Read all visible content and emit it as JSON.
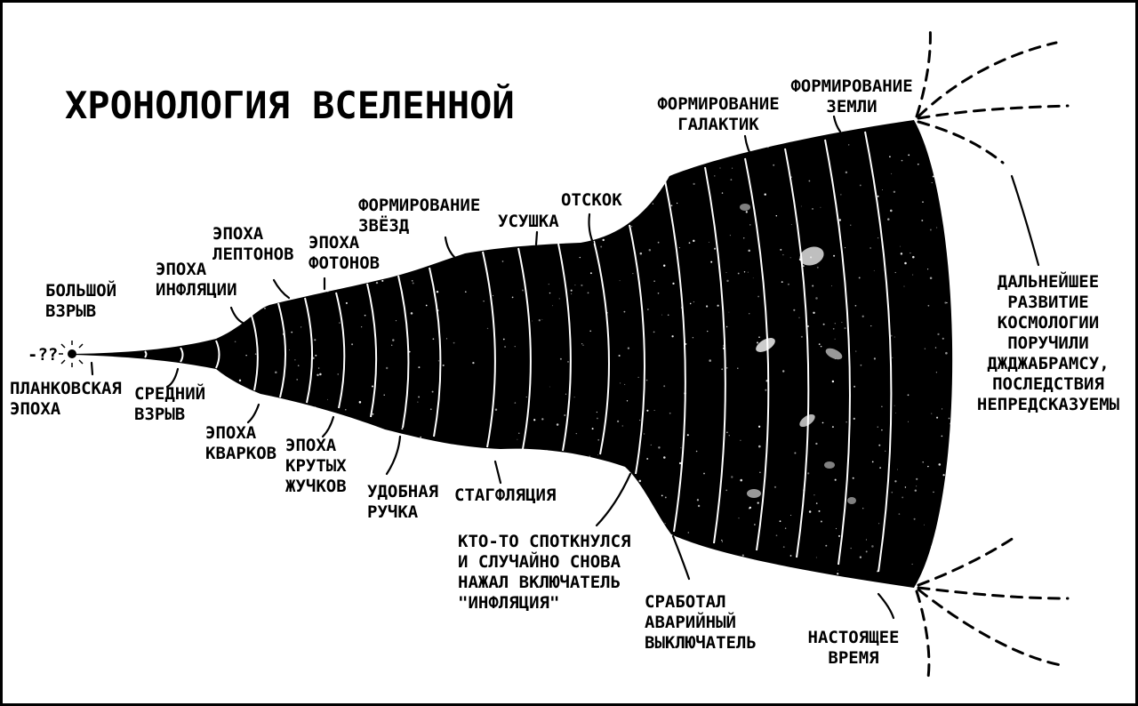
{
  "title": "ХРОНОЛОГИЯ ВСЕЛЕННОЙ",
  "question_marks": "-??",
  "labels": {
    "big_bang": [
      "БОЛЬШОЙ",
      "ВЗРЫВ"
    ],
    "planck_epoch": [
      "ПЛАНКОВСКАЯ",
      "ЭПОХА"
    ],
    "medium_bang": [
      "СРЕДНИЙ",
      "ВЗРЫВ"
    ],
    "inflation_epoch": [
      "ЭПОХА",
      "ИНФЛЯЦИИ"
    ],
    "lepton_epoch": [
      "ЭПОХА",
      "ЛЕПТОНОВ"
    ],
    "quark_epoch": [
      "ЭПОХА",
      "КВАРКОВ"
    ],
    "photon_epoch": [
      "ЭПОХА",
      "ФОТОНОВ"
    ],
    "cool_bugs_epoch": [
      "ЭПОХА",
      "КРУТЫХ",
      "ЖУЧКОВ"
    ],
    "handle": [
      "УДОБНАЯ",
      "РУЧКА"
    ],
    "star_formation": [
      "ФОРМИРОВАНИЕ",
      "ЗВЁЗД"
    ],
    "stagflation": [
      "СТАГФЛЯЦИЯ"
    ],
    "shrinkage": [
      "УСУШКА"
    ],
    "bounce": [
      "ОТСКОК"
    ],
    "tripped": [
      "КТО-ТО СПОТКНУЛСЯ",
      "И СЛУЧАЙНО СНОВА",
      "НАЖАЛ ВКЛЮЧАТЕЛЬ",
      "\"ИНФЛЯЦИЯ\""
    ],
    "galaxy_formation": [
      "ФОРМИРОВАНИЕ",
      "ГАЛАКТИК"
    ],
    "emergency_switch": [
      "СРАБОТАЛ",
      "АВАРИЙНЫЙ",
      "ВЫКЛЮЧАТЕЛЬ"
    ],
    "earth_formation": [
      "ФОРМИРОВАНИЕ",
      "ЗЕМЛИ"
    ],
    "present": [
      "НАСТОЯЩЕЕ",
      "ВРЕМЯ"
    ],
    "future": [
      "ДАЛЬНЕЙШЕЕ",
      "РАЗВИТИЕ",
      "КОСМОЛОГИИ",
      "ПОРУЧИЛИ",
      "ДЖДЖАБРАМСУ,",
      "ПОСЛЕДСТВИЯ",
      "НЕПРЕДСКАЗУЕМЫ"
    ]
  }
}
